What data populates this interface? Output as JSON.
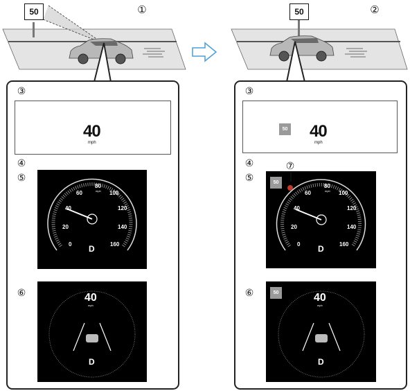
{
  "scenes": [
    {
      "step": "①",
      "sign_value": "50",
      "hud_label": "③",
      "hud_speed": "40",
      "hud_unit": "mph",
      "hud_sign": "",
      "meter_label": "④",
      "gauge_label": "⑤",
      "gauge_sign": "",
      "needle_marker": "",
      "gauge_ticks": [
        "0",
        "20",
        "40",
        "60",
        "80",
        "100",
        "120",
        "140",
        "160"
      ],
      "gauge_unit": "mph",
      "gear": "D",
      "display_label": "⑥",
      "display_speed": "40",
      "display_unit": "mph",
      "display_sign": "",
      "display_gear": "D"
    },
    {
      "step": "②",
      "sign_value": "50",
      "hud_label": "③",
      "hud_speed": "40",
      "hud_unit": "mph",
      "hud_sign": "50",
      "meter_label": "④",
      "gauge_label": "⑤",
      "gauge_sign": "50",
      "needle_marker": "⑦",
      "gauge_ticks": [
        "0",
        "20",
        "40",
        "60",
        "80",
        "100",
        "120",
        "140",
        "160"
      ],
      "gauge_unit": "mph",
      "gear": "D",
      "display_label": "⑥",
      "display_speed": "40",
      "display_unit": "mph",
      "display_sign": "50",
      "display_gear": "D"
    }
  ],
  "arrow": "right-arrow",
  "colors": {
    "panel_border": "#222222",
    "gauge_bg": "#000000",
    "arrow": "#4a9fd8",
    "marker": "#c0392b",
    "sign_grey": "#9a9a9a"
  }
}
